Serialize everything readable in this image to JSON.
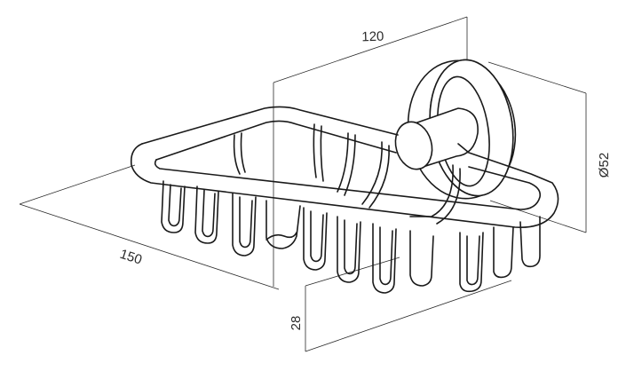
{
  "dimensions": {
    "width": "120",
    "length": "150",
    "height": "28",
    "diameter": "Ø52"
  },
  "colors": {
    "line": "#1a1a1a",
    "dimension_line": "#2a2a2a",
    "background": "#ffffff"
  }
}
